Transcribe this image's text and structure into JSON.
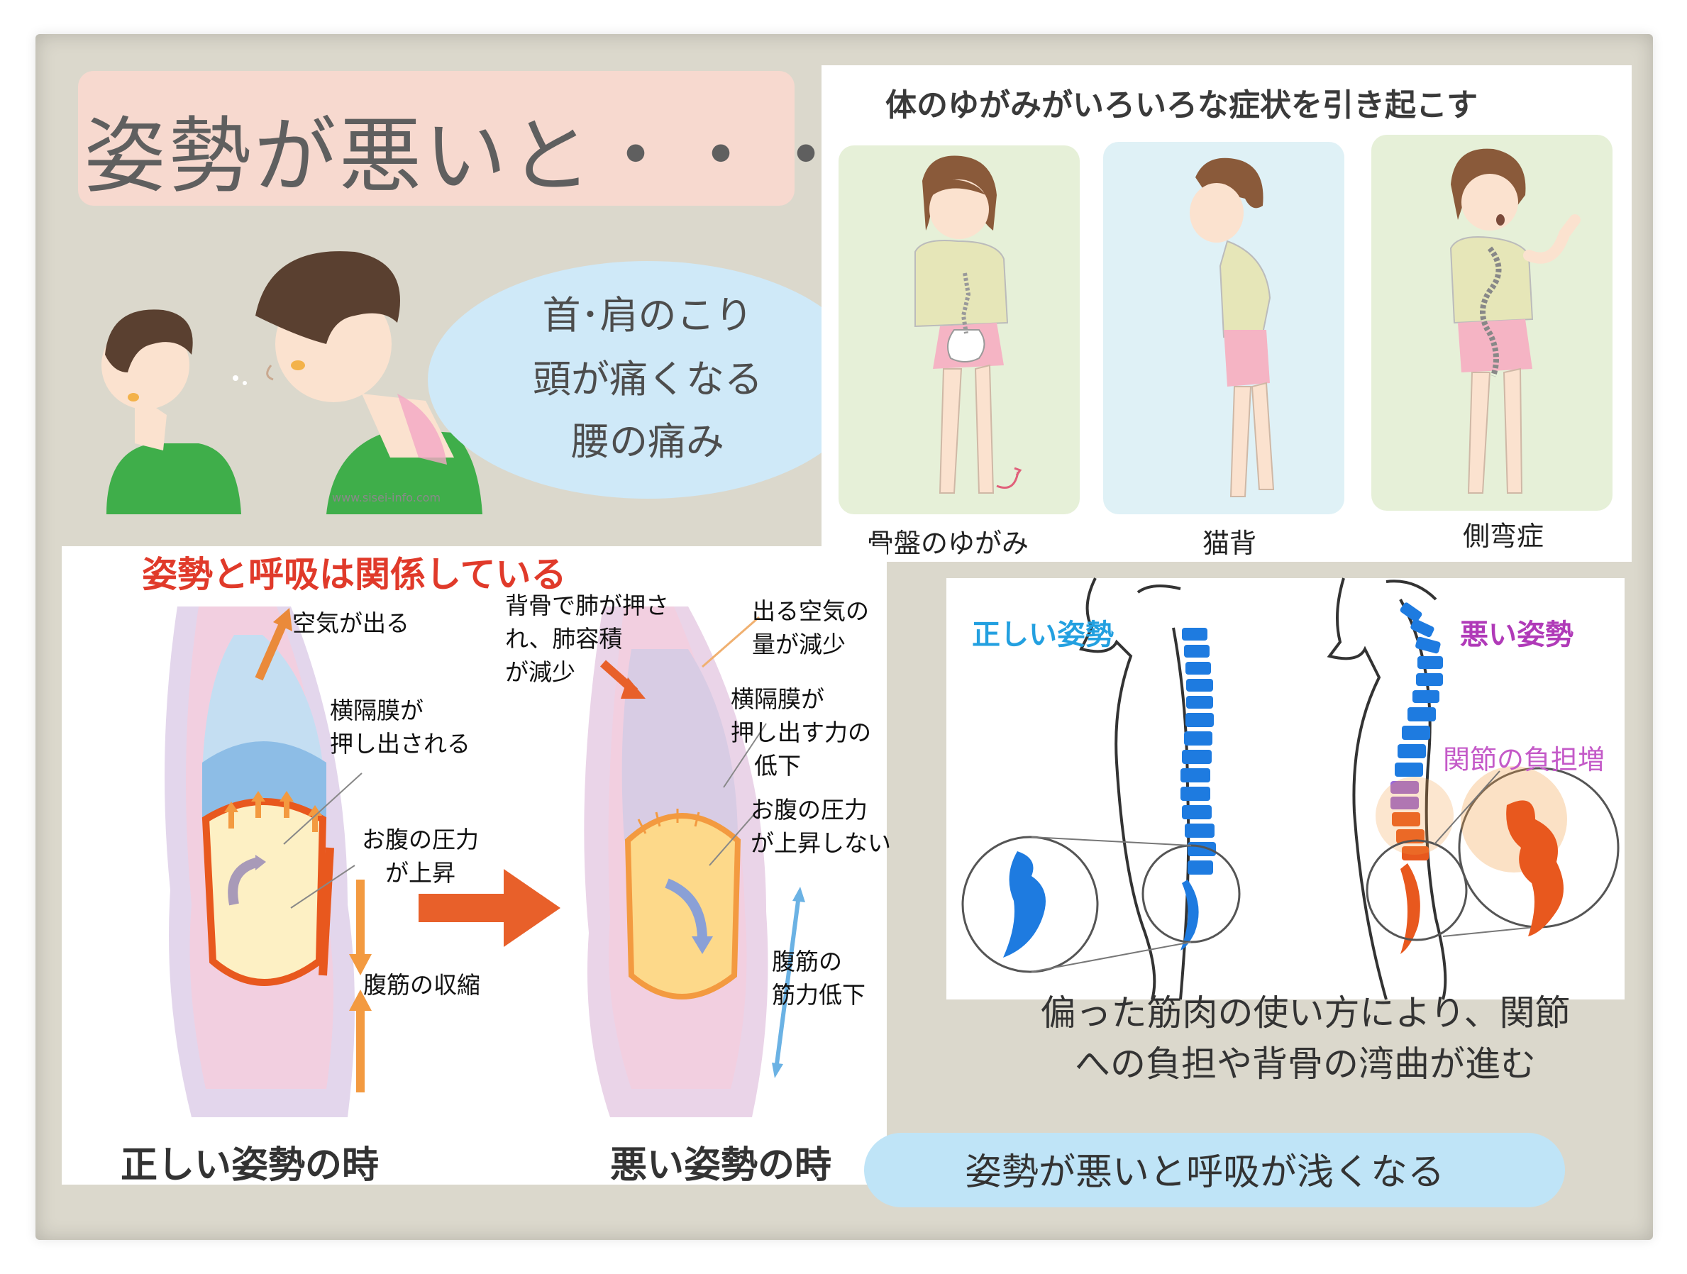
{
  "title": "姿勢が悪いと・・・",
  "symptoms": [
    "首･肩のこり",
    "頭が痛くなる",
    "腰の痛み"
  ],
  "watermark": "www.sisei-info.com",
  "distortion": {
    "heading": "体のゆがみがいろいろな症状を引き起こす",
    "cards": [
      {
        "label": "骨盤のゆがみ",
        "color": "#e6f0d8"
      },
      {
        "label": "猫背",
        "color": "#dff1f6"
      },
      {
        "label": "側弯症",
        "color": "#e6f0d8"
      }
    ]
  },
  "breathing": {
    "heading": "姿勢と呼吸は関係している",
    "good": {
      "caption": "正しい姿勢の時",
      "notes": {
        "air": "空気が出る",
        "diaphragm": "横隔膜が\n押し出される",
        "pressure": "お腹の圧力\n　が上昇",
        "abs": "腹筋の収縮"
      }
    },
    "bad": {
      "caption": "悪い姿勢の時",
      "notes": {
        "spine": "背骨で肺が押さ\nれ、肺容積\nが減少",
        "air": "出る空気の\n量が減少",
        "diaphragm": "横隔膜が\n押し出す力の\n　低下",
        "pressure": "お腹の圧力\nが上昇しない",
        "abs": "腹筋の\n筋力低下"
      }
    }
  },
  "spine": {
    "good_label": "正しい姿勢",
    "bad_label": "悪い姿勢",
    "joint_label": "関節の負担増",
    "caption": "偏った筋肉の使い方により、関節\nへの負担や背骨の湾曲が進む"
  },
  "bottom_message": "姿勢が悪いと呼吸が浅くなる",
  "colors": {
    "board": "#dbd8cc",
    "title_banner": "#f7d9cf",
    "symptom_oval": "#cfe9f8",
    "heading_red": "#e03a2a",
    "spine_blue": "#1e7be0",
    "spine_orange": "#e8581e",
    "good_label": "#23a0e0",
    "bad_label": "#b03ab8"
  }
}
